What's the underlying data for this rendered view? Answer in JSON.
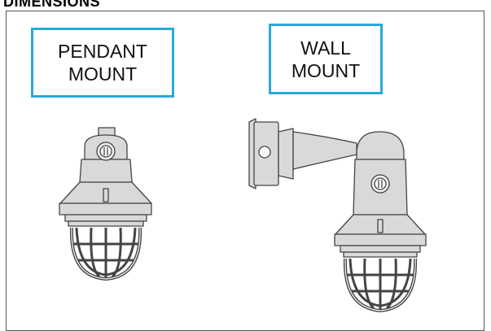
{
  "heading": "DIMENSIONS",
  "pendant": {
    "line1": "PENDANT",
    "line2": "MOUNT",
    "fixture_icon": "pendant-light-fixture"
  },
  "wall": {
    "line1": "WALL",
    "line2": "MOUNT",
    "fixture_icon": "wall-mount-light-fixture"
  },
  "colors": {
    "accent_border": "#29a9dc",
    "fixture_fill": "#d9d9d9",
    "fixture_stroke": "#444444"
  }
}
